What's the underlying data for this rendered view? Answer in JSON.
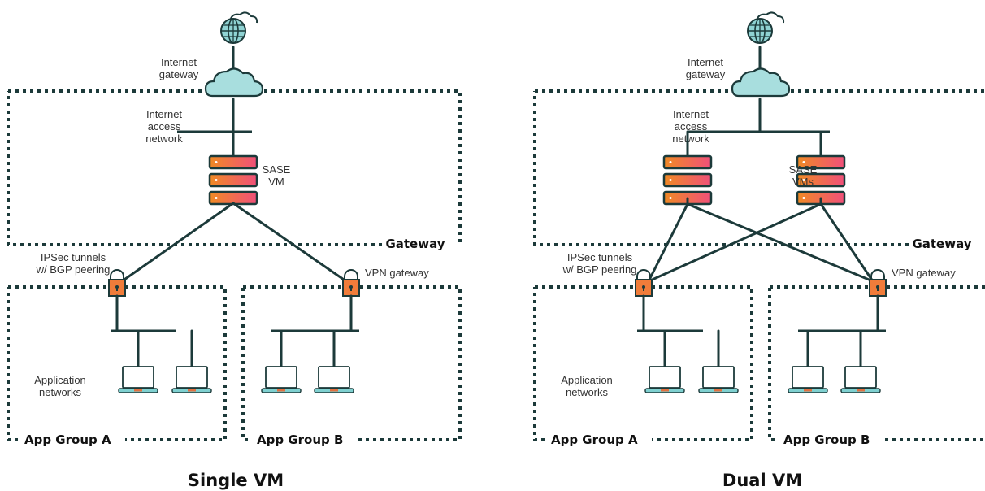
{
  "diagrams": [
    {
      "caption": "Single VM",
      "internet_gateway_label": "Internet\ngateway",
      "internet_access_label": "Internet\naccess\nnetwork",
      "sase_label": "SASE\nVM",
      "gateway_zone_label": "Gateway",
      "ipsec_label": "IPSec tunnels\nw/ BGP peering",
      "vpn_label": "VPN gateway",
      "app_networks_label": "Application\nnetworks",
      "group_a_label": "App Group A",
      "group_b_label": "App Group B",
      "server_count": 1
    },
    {
      "caption": "Dual VM",
      "internet_gateway_label": "Internet\ngateway",
      "internet_access_label": "Internet\naccess\nnetwork",
      "sase_label": "SASE\nVMs",
      "gateway_zone_label": "Gateway",
      "ipsec_label": "IPSec tunnels\nw/ BGP peering",
      "vpn_label": "VPN gateway",
      "app_networks_label": "Application\nnetworks",
      "group_a_label": "App Group A",
      "group_b_label": "App Group B",
      "server_count": 2
    }
  ],
  "icons": {
    "globe": "globe-icon",
    "cloud": "cloud-icon",
    "server": "server-stack-icon",
    "lock": "padlock-icon",
    "laptop": "laptop-icon"
  },
  "colors": {
    "line": "#1c3a3a",
    "cloud_fill": "#a8dede",
    "globe_fill": "#8fd3d3",
    "server_gradient_start": "#f08a24",
    "server_gradient_end": "#f0507a",
    "lock_fill": "#f07c3a",
    "laptop_base": "#7fd0d0"
  }
}
